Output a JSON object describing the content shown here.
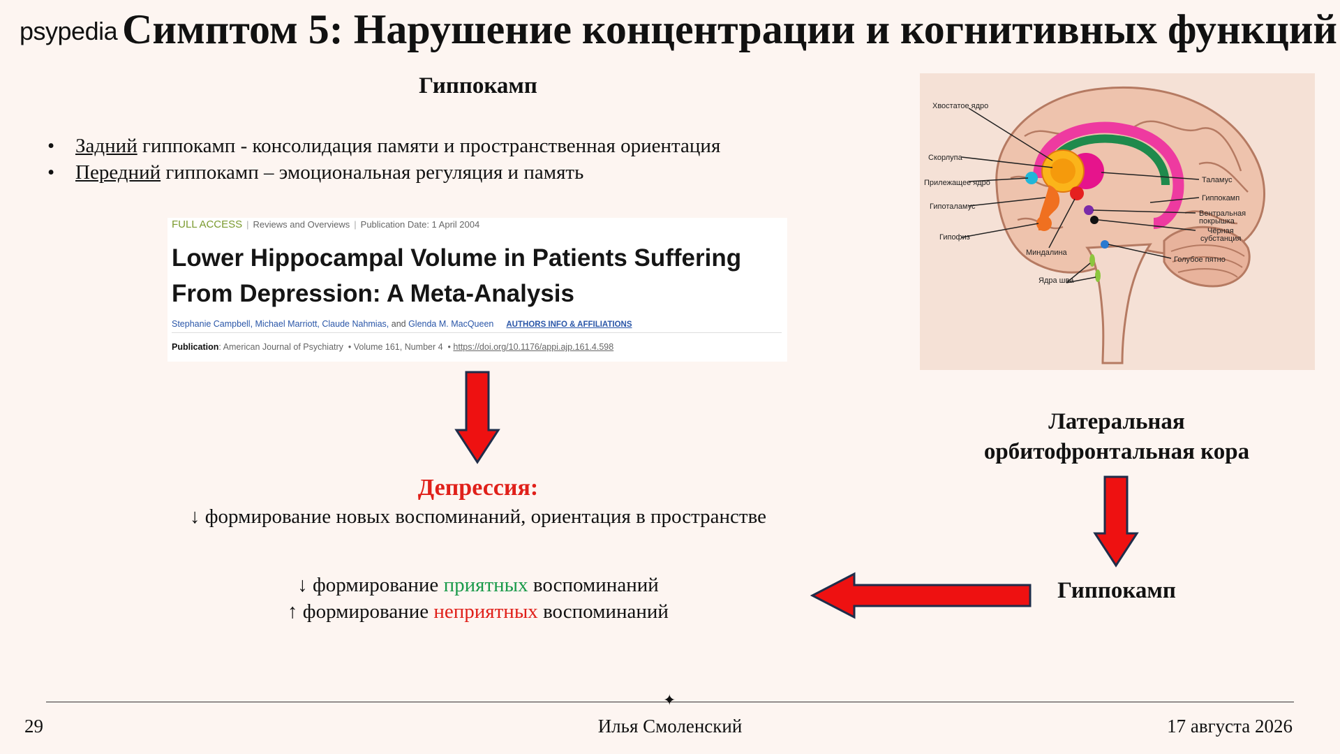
{
  "header": {
    "logo": "psypedia",
    "title": "Симптом 5: Нарушение концентрации и когнитивных функций"
  },
  "section": {
    "heading": "Гиппокамп",
    "bullets": [
      {
        "term": "Задний",
        "rest": " гиппокамп - консолидация памяти и пространственная ориентация"
      },
      {
        "term": "Передний",
        "rest": " гиппокамп – эмоциональная регуляция и память"
      }
    ]
  },
  "article": {
    "access": "FULL ACCESS",
    "category": "Reviews and Overviews",
    "pubdate": "Publication Date: 1 April 2004",
    "title": "Lower Hippocampal Volume in Patients Suffering From Depression: A Meta-Analysis",
    "authors": "Stephanie Campbell, Michael Marriott, Claude Nahmias,",
    "and_word": " and ",
    "last_author": "Glenda M. MacQueen",
    "affiliations": "AUTHORS INFO & AFFILIATIONS",
    "publication_label": "Publication",
    "journal": ": American Journal of Psychiatry",
    "volume": "Volume 161, Number 4",
    "doi": "https://doi.org/10.1176/appi.ajp.161.4.598"
  },
  "brain": {
    "labels": {
      "caudate": "Хвостатое ядро",
      "putamen": "Скорлупа",
      "accumbens": "Прилежащее ядро",
      "hypothalamus": "Гипоталамус",
      "pituitary": "Гипофиз",
      "amygdala": "Миндалина",
      "raphe": "Ядра шва",
      "thalamus": "Таламус",
      "hippocampus": "Гиппокамп",
      "vta_1": "Вентральная",
      "vta_2": "покрышка",
      "snc_1": "Чёрная",
      "snc_2": "субстанция",
      "locus": "Голубое пятно"
    }
  },
  "depression": {
    "label": "Депрессия:",
    "effect": "↓ формирование новых воспоминаний, ориентация в пространстве"
  },
  "memory": {
    "line1_prefix": "↓ формирование ",
    "line1_word": "приятных",
    "line1_suffix": " воспоминаний",
    "line2_prefix": "↑ формирование ",
    "line2_word": "неприятных",
    "line2_suffix": " воспоминаний"
  },
  "right": {
    "lofc_1": "Латеральная",
    "lofc_2": "орбитофронтальная кора",
    "hippo": "Гиппокамп"
  },
  "footer": {
    "page": "29",
    "author": "Илья Смоленский",
    "date": "17 августа 2026",
    "star": "✦"
  },
  "colors": {
    "arrow_fill": "#ee1111",
    "arrow_stroke": "#1f2d4a",
    "green": "#1a9a4a",
    "red": "#e0201a",
    "background": "#fdf5f1"
  }
}
